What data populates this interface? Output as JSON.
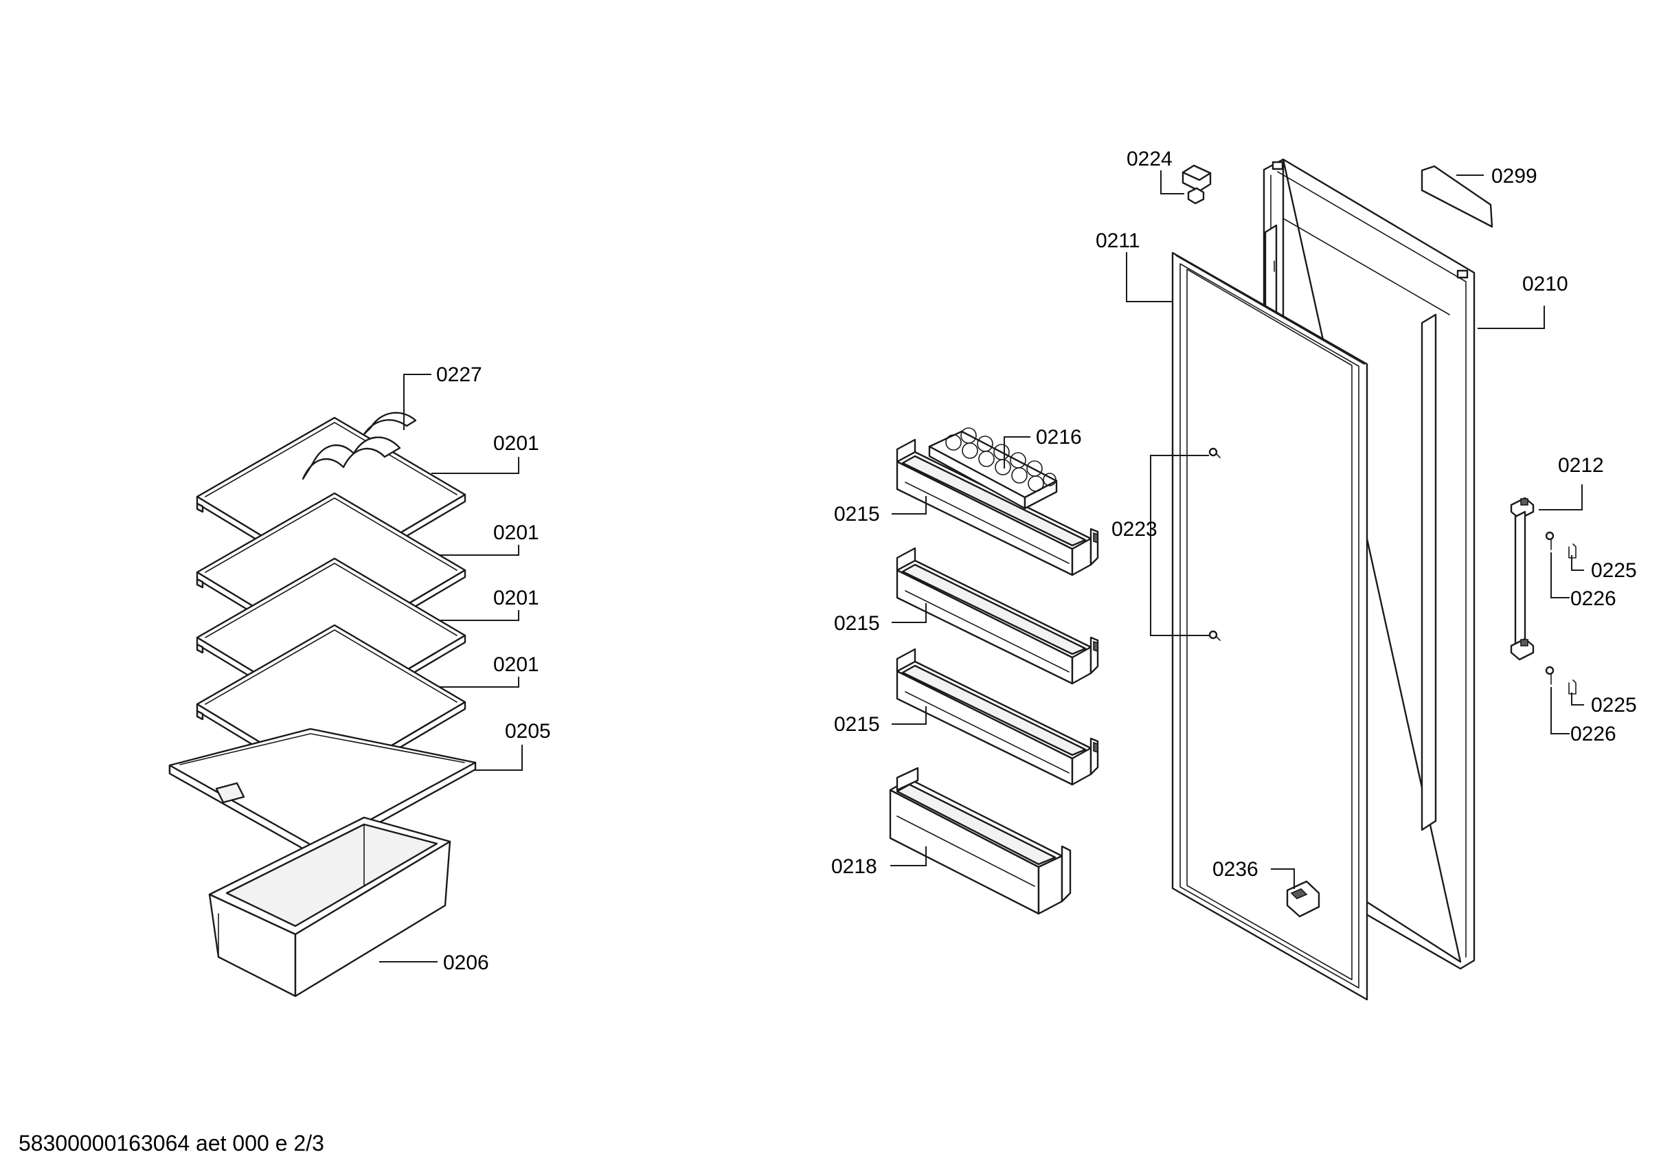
{
  "callouts": {
    "c0224": "0224",
    "c0299": "0299",
    "c0211": "0211",
    "c0210": "0210",
    "c0227": "0227",
    "c0201a": "0201",
    "c0201b": "0201",
    "c0201c": "0201",
    "c0201d": "0201",
    "c0205": "0205",
    "c0206": "0206",
    "c0216": "0216",
    "c0215a": "0215",
    "c0215b": "0215",
    "c0215c": "0215",
    "c0218": "0218",
    "c0223": "0223",
    "c0236": "0236",
    "c0212": "0212",
    "c0225a": "0225",
    "c0226a": "0226",
    "c0225b": "0225",
    "c0226b": "0226"
  },
  "footer": {
    "text": "58300000163064 aet 000 e 2/3"
  }
}
